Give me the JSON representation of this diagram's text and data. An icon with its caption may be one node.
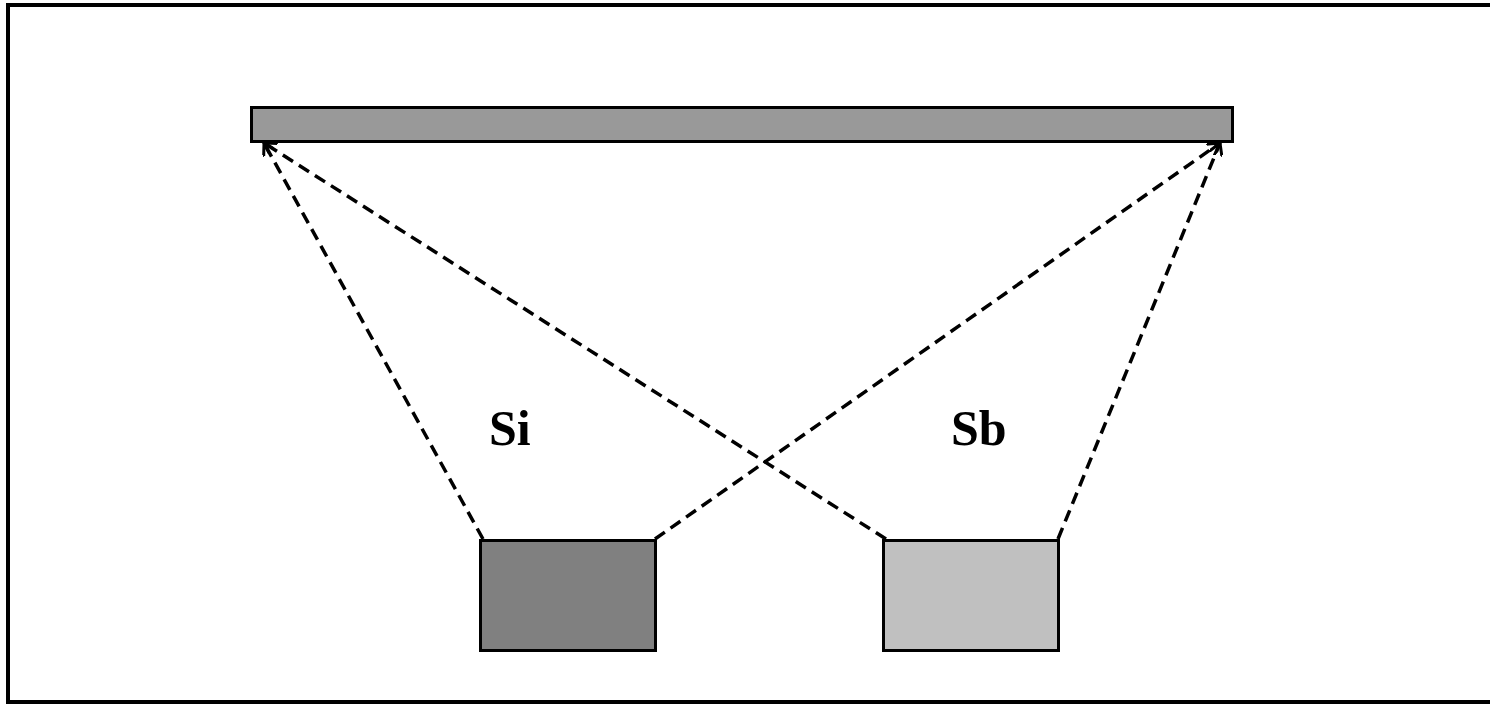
{
  "diagram": {
    "nodes": [
      {
        "text": [],
        "shape": "bar"
      },
      {
        "text": [],
        "shape": "box"
      },
      {
        "text": [],
        "shape": "box"
      }
    ],
    "edges": [
      {
        "from": 1,
        "to": 0,
        "arrow": "to",
        "style": "dashed"
      },
      {
        "from": 1,
        "to": 0,
        "arrow": "to",
        "style": "dashed"
      },
      {
        "from": 2,
        "to": 0,
        "arrow": "to",
        "style": "dashed"
      },
      {
        "from": 2,
        "to": 0,
        "arrow": "to",
        "style": "dashed"
      }
    ],
    "labels": [
      "Si",
      "Sb"
    ]
  }
}
